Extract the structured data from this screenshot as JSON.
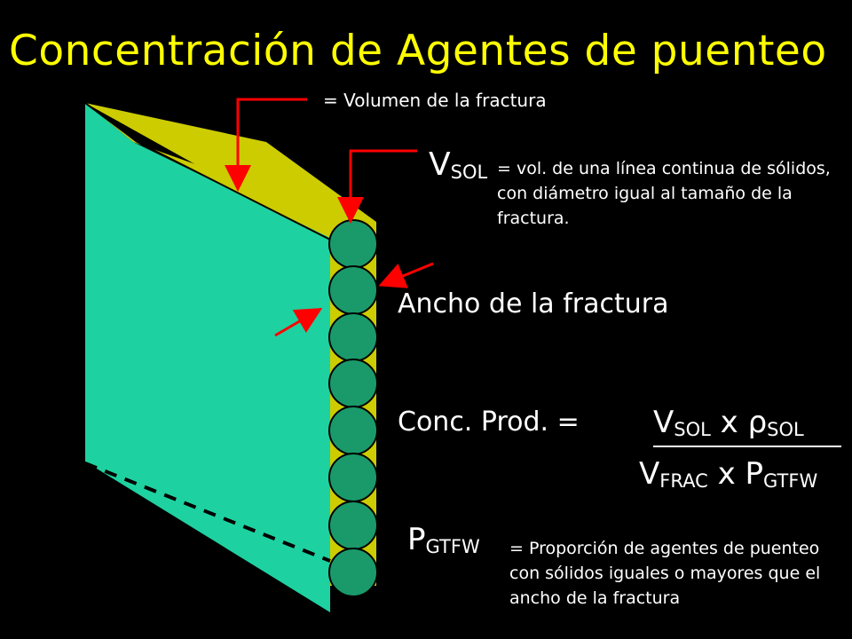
{
  "title": "Concentración de Agentes de puenteo",
  "labels": {
    "fracture_volume": "= Volumen de la fractura",
    "vsol_main": "V",
    "vsol_sub": "SOL",
    "vsol_definition": "= vol. de una línea continua de sólidos, con diámetro igual al tamaño de la fractura.",
    "fracture_width": "Ancho de la fractura",
    "conc_prod": "Conc. Prod. =",
    "pgtfw_main": "P",
    "pgtfw_sub": "GTFW",
    "pgtfw_definition": "= Proporción de agentes de puenteo con sólidos iguales o mayores que el ancho de la fractura"
  },
  "formula": {
    "numerator_v": "V",
    "numerator_v_sub": "SOL",
    "times1": "x",
    "numerator_rho": "ρ",
    "numerator_rho_sub": "SOL",
    "denominator_v": "V",
    "denominator_v_sub": "FRAC",
    "times2": "x",
    "denominator_p": "P",
    "denominator_p_sub": "GTFW"
  },
  "colors": {
    "background": "#000000",
    "title": "#ffff00",
    "slab_face": "#1ed1a0",
    "slab_top": "#cccc00",
    "spheres": "#1a9a6a",
    "arrows": "#ff0000"
  }
}
